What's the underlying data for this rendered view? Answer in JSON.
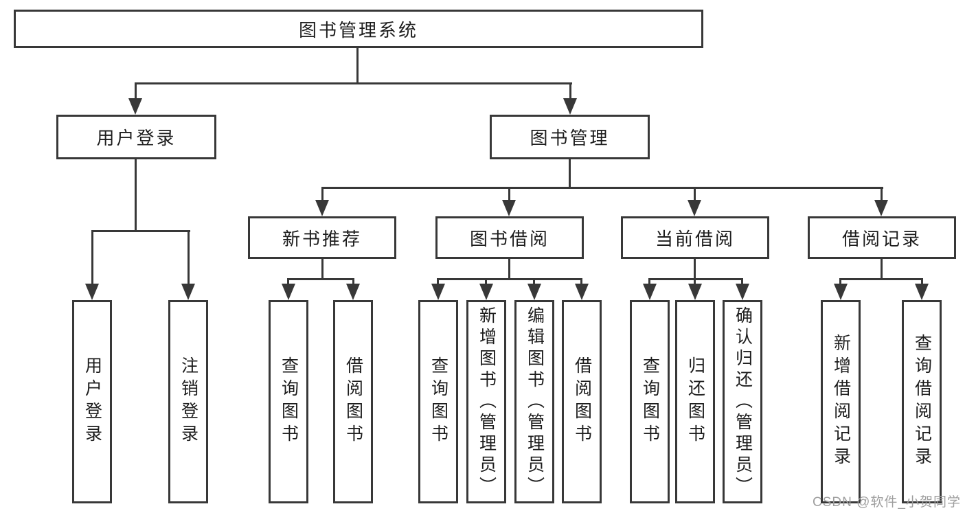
{
  "tree": {
    "root": "图书管理系统",
    "branches": [
      {
        "label": "用户登录",
        "children": [
          "用户登录",
          "注销登录"
        ]
      },
      {
        "label": "图书管理",
        "groups": [
          {
            "label": "新书推荐",
            "children": [
              "查询图书",
              "借阅图书"
            ]
          },
          {
            "label": "图书借阅",
            "children": [
              "查询图书",
              "新增图书（管理员）",
              "编辑图书（管理员）",
              "借阅图书"
            ]
          },
          {
            "label": "当前借阅",
            "children": [
              "查询图书",
              "归还图书",
              "确认归还（管理员）"
            ]
          },
          {
            "label": "借阅记录",
            "children": [
              "新增借阅记录",
              "查询借阅记录"
            ]
          }
        ]
      }
    ]
  },
  "watermark": {
    "text": "CSDN @软件_小贺同学"
  },
  "colors": {
    "line": "#383838",
    "text": "#1d1d1d",
    "watermark": "#9e9e9e",
    "background": "#ffffff"
  }
}
